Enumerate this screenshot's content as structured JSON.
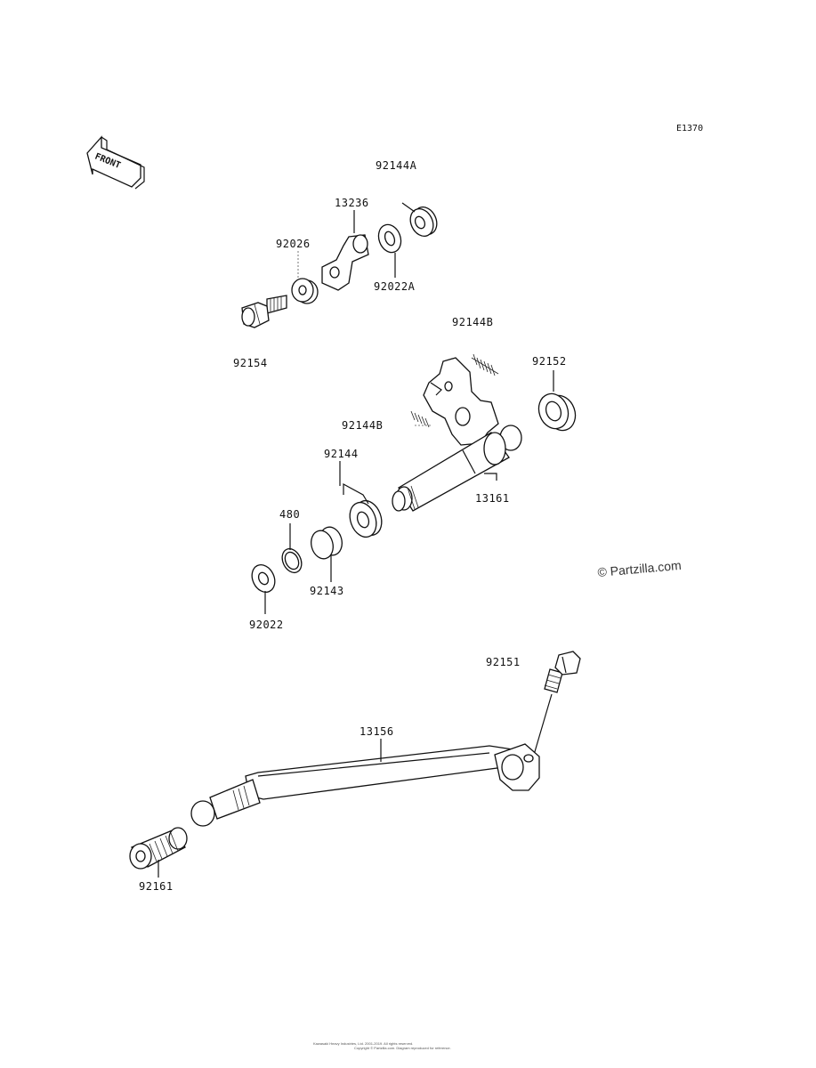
{
  "diagram": {
    "code": "E1370",
    "front_label": "FRONT",
    "watermark": "© Partzilla.com",
    "footer_lines": [
      "Kawasaki Heavy Industries, Ltd. 2001-2019. All rights reserved.",
      "Copyright © Partzilla.com. Diagram reproduced for reference."
    ],
    "part_labels": {
      "p92144A": "92144A",
      "p13236": "13236",
      "p92026": "92026",
      "p92022A": "92022A",
      "p92154": "92154",
      "p92144B_top": "92144B",
      "p92152": "92152",
      "p92144B_mid": "92144B",
      "p92144": "92144",
      "p13161": "13161",
      "p480": "480",
      "p92143": "92143",
      "p92022": "92022",
      "p92151": "92151",
      "p13156": "13156",
      "p92161": "92161"
    }
  }
}
